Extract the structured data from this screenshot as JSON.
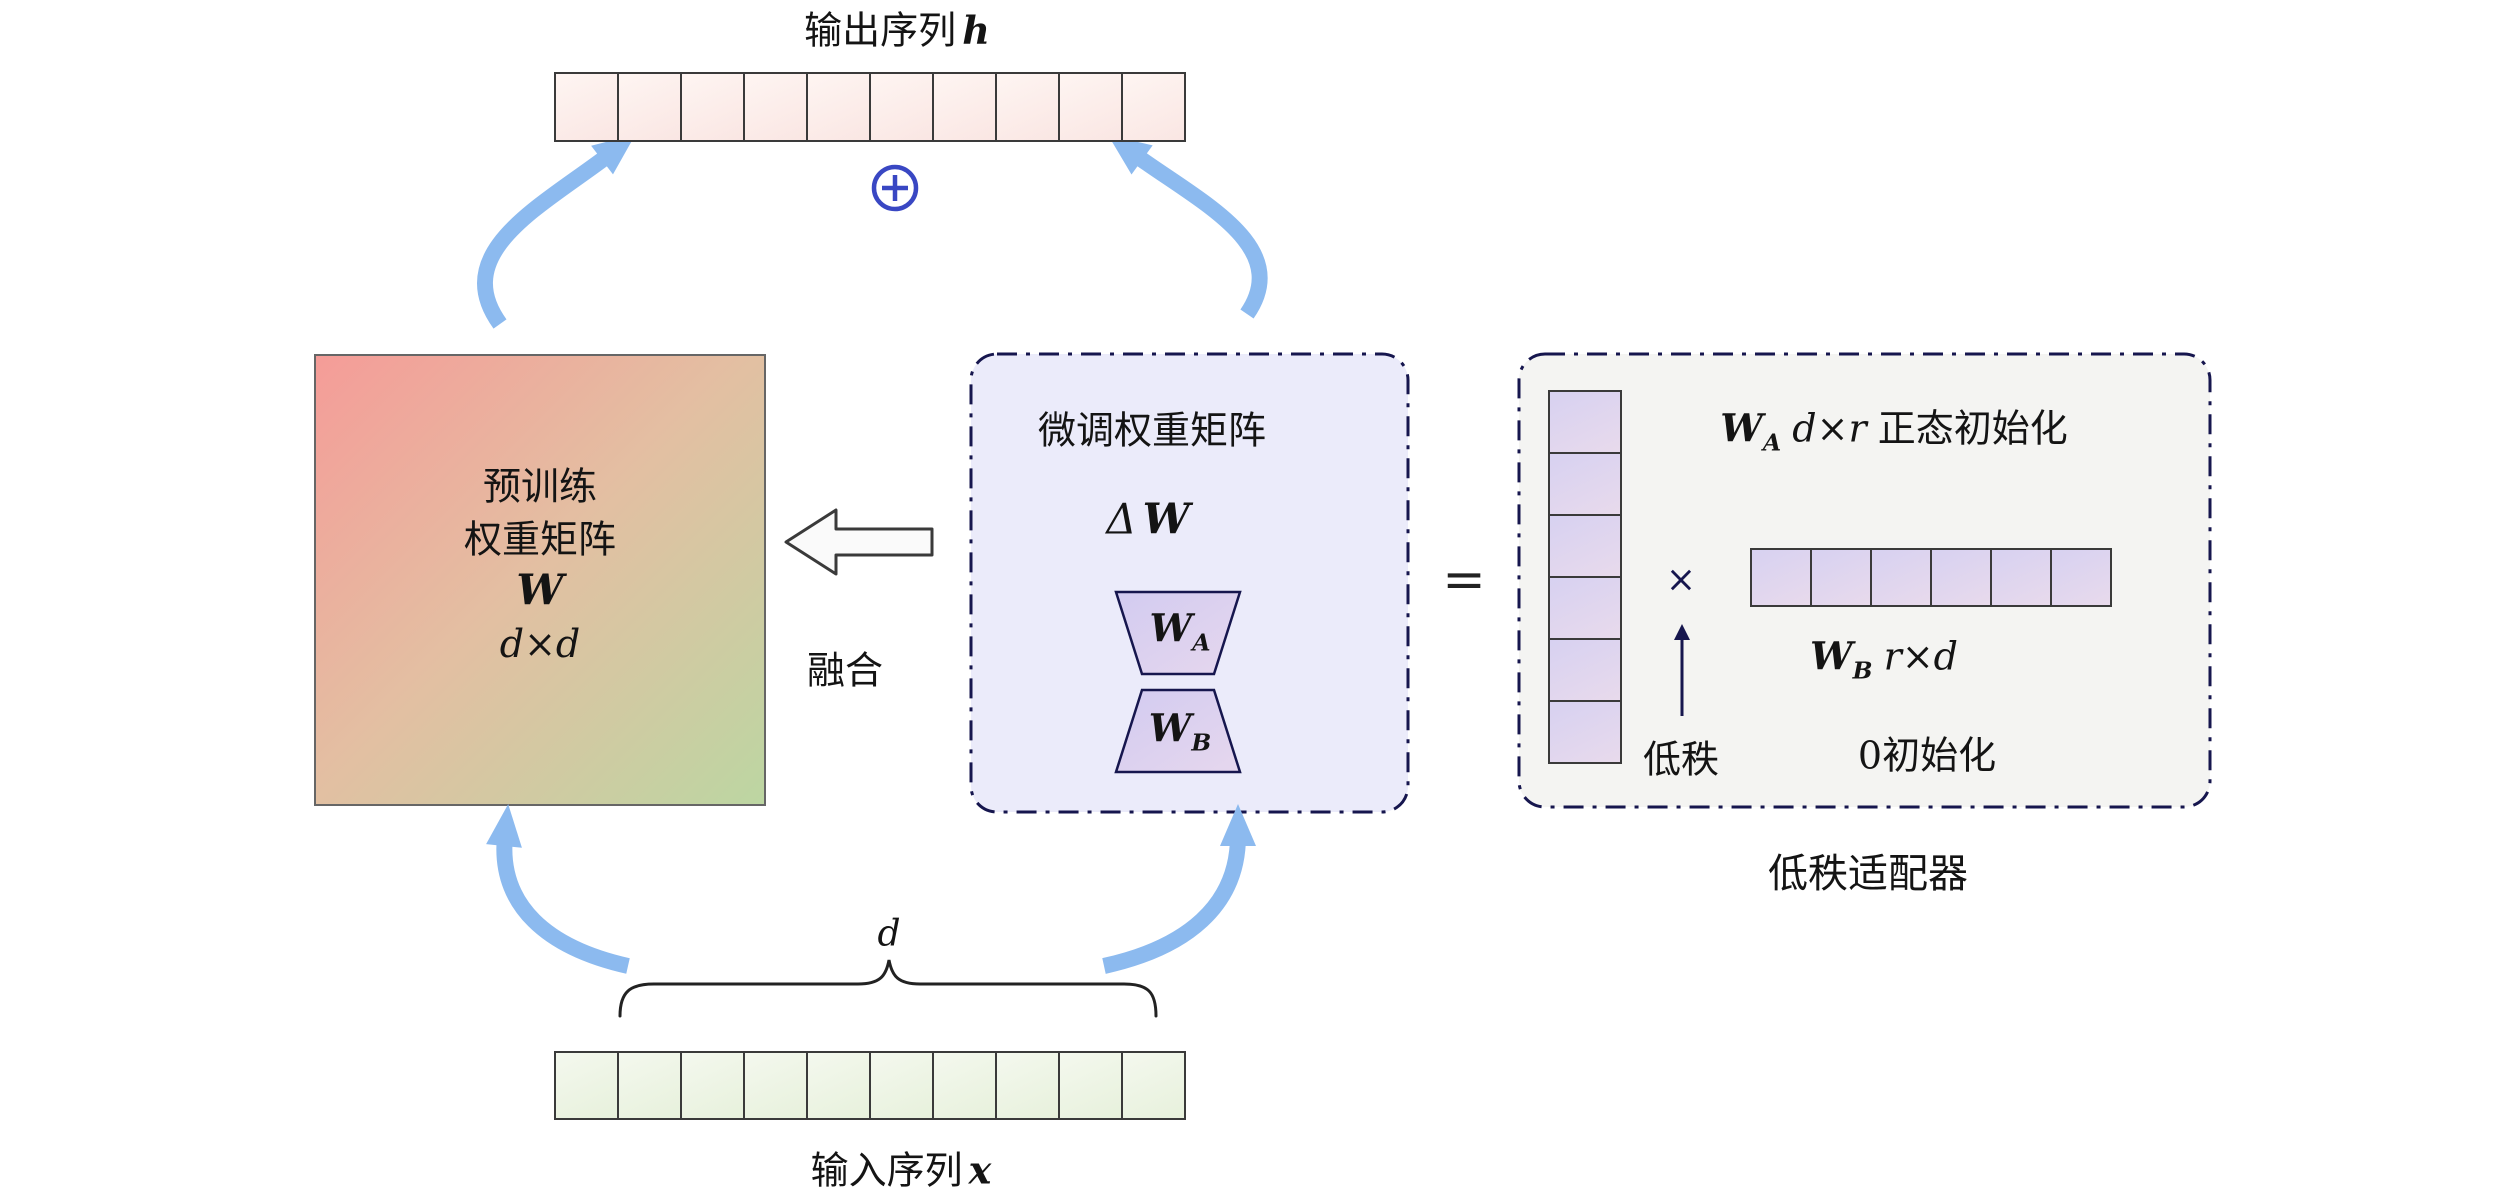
{
  "figure": {
    "caption_top": "输出序列",
    "caption_bottom": "输入序列"
  },
  "colors": {
    "arrow_blue": "#8cbaef",
    "navy": "#16164e",
    "plus_blue": "#3947c3",
    "matrix_pink": "#f59c98",
    "matrix_tan": "#e3bfa2",
    "matrix_green": "#bcd6a2",
    "cell_pink": "#fae6e3",
    "cell_green": "#e7f1dc",
    "cell_purple": "#d7d1f1",
    "delta_box_bg": "#ebebfa",
    "adapter_box_bg": "#f4f4f2"
  },
  "icons": {
    "combine": "plus-circle",
    "merge": "hollow-left-arrow",
    "flows": "curved-blue-arrow"
  },
  "output_sequence": {
    "label": "输出序列",
    "math": "h",
    "combine_symbol": "⊕",
    "cell_count": 10
  },
  "input_sequence": {
    "label": "输入序列",
    "math": "x",
    "dim": "d",
    "cell_count": 10
  },
  "pretrained": {
    "line1": "预训练",
    "line2": "权重矩阵",
    "math": "W",
    "dims": "d×d"
  },
  "fusion": {
    "label": "融合"
  },
  "delta_box": {
    "title": "微调权重矩阵",
    "delta": "Δ",
    "math": "W",
    "wa": {
      "base": "W",
      "sub": "A"
    },
    "wb": {
      "base": "W",
      "sub": "B"
    }
  },
  "equals_sign": "=",
  "adapter_box": {
    "wa": {
      "base": "W",
      "sub": "A",
      "dims": "d×r",
      "init": "正态初始化"
    },
    "wb": {
      "base": "W",
      "sub": "B",
      "dims": "r×d"
    },
    "times": "×",
    "low_rank_label": "低秩",
    "zero_init_label": "0初始化",
    "caption": "低秩适配器",
    "column_cell_count": 6,
    "row_cell_count": 6
  }
}
